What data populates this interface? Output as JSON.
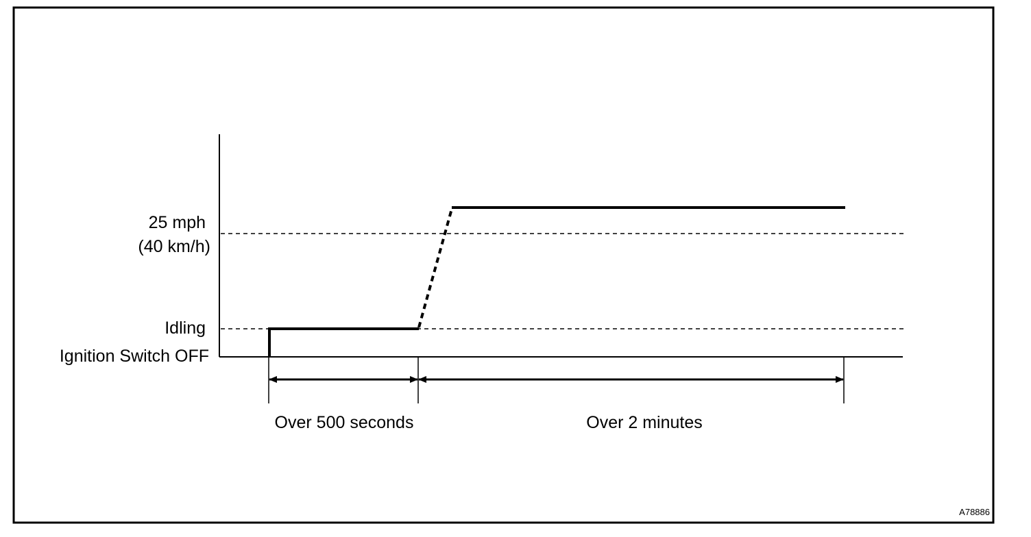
{
  "diagram": {
    "y_levels": [
      {
        "key": "speed",
        "lines": [
          "25 mph",
          "(40 km/h)"
        ]
      },
      {
        "key": "idle",
        "lines": [
          "Idling"
        ]
      },
      {
        "key": "off",
        "lines": [
          "Ignition Switch OFF"
        ]
      }
    ],
    "intervals": [
      {
        "label": "Over 500 seconds"
      },
      {
        "label": "Over 2 minutes"
      }
    ],
    "figure_code": "A78886",
    "line_color": "#000000",
    "background_color": "#ffffff"
  }
}
